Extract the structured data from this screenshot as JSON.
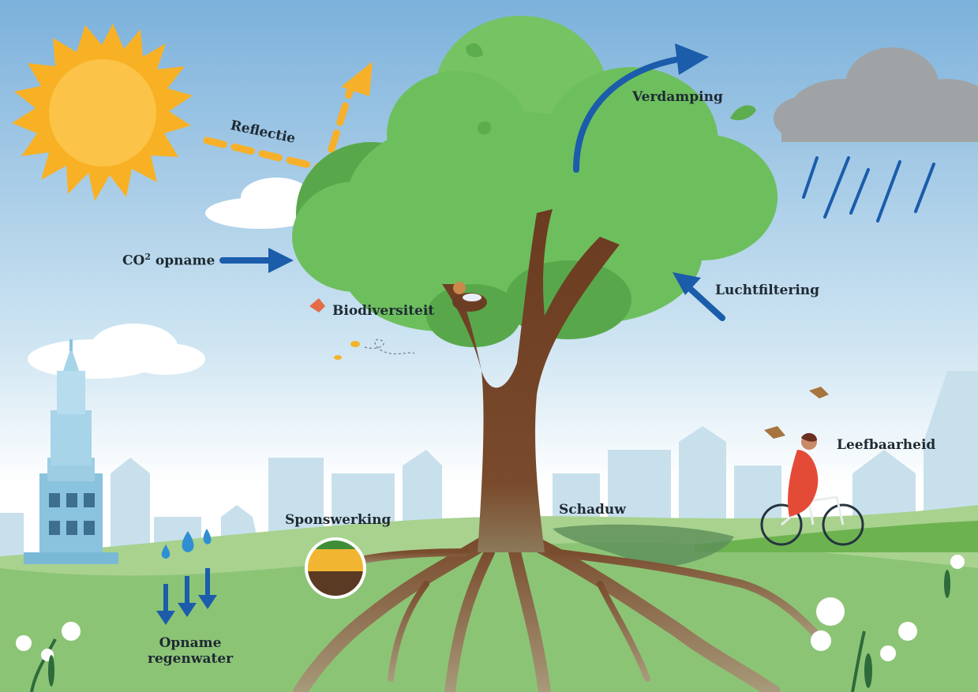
{
  "labels": {
    "reflectie": "Reflectie",
    "verdamping": "Verdamping",
    "co2": "CO",
    "co2_sup": "2",
    "co2_rest": " opname",
    "luchtfiltering": "Luchtfiltering",
    "biodiversiteit": "Biodiversiteit",
    "leefbaarheid": "Leefbaarheid",
    "schaduw": "Schaduw",
    "sponswerking": "Sponswerking",
    "opname_regenwater_1": "Opname",
    "opname_regenwater_2": "regenwater"
  },
  "colors": {
    "sky_top": "#7fb3dc",
    "sky_bottom": "#ffffff",
    "sun": "#f7b02a",
    "reflect_arrow": "#f7b02a",
    "blue_arrow": "#1b5cab",
    "foliage": "#6dbf5e",
    "foliage_dark": "#58a84b",
    "trunk": "#6b3e24",
    "grass": "#8fc977",
    "cloud_gray": "#9fa2a4",
    "city": "#c6dfeb"
  }
}
